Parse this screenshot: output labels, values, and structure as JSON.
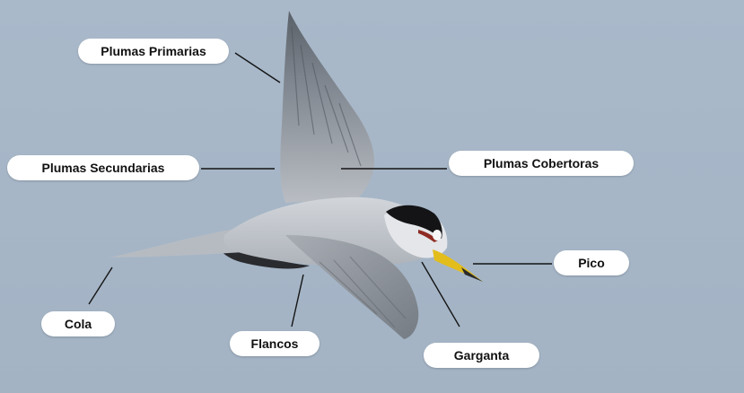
{
  "colors": {
    "sky": "#a6b6c7",
    "leader_line": "#141414",
    "label_bg": "#ffffff",
    "label_text": "#111111"
  },
  "image": {
    "subject_icon": "flying-bird-illustration"
  },
  "labels": {
    "plumas_primarias": "Plumas Primarias",
    "plumas_secundarias": "Plumas Secundarias",
    "plumas_cobertoras": "Plumas Cobertoras",
    "pico": "Pico",
    "cola": "Cola",
    "flancos": "Flancos",
    "garganta": "Garganta"
  }
}
